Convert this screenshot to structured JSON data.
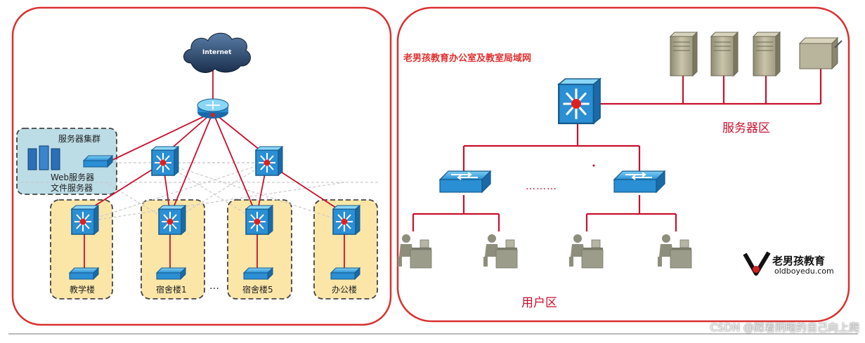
{
  "colors": {
    "panel_border": "#d93030",
    "link_red": "#c8102e",
    "switch_blue": "#2a8fd4",
    "switch_dark": "#1a6aa8",
    "cluster_fill": "#bcdde6",
    "building_fill": "#fbe6a8",
    "server_body": "#b8b39a",
    "pc_body": "#9a9a88",
    "title_red": "#e03030"
  },
  "left_panel": {
    "internet_label": "Internet",
    "server_cluster": {
      "title": "服务器集群",
      "line1": "Web服务器",
      "line2": "文件服务器"
    },
    "buildings": [
      "教学楼",
      "宿舍楼1",
      "宿舍楼5",
      "办公楼"
    ],
    "ellipsis": "…"
  },
  "right_panel": {
    "title": "老男孩教育办公室及教室局域网",
    "server_zone_label": "服务器区",
    "user_zone_label": "用户区",
    "dots": "………",
    "logo": {
      "name": "老男孩教育",
      "url": "oldboyedu.com"
    }
  },
  "watermark": "CSDN @踩着阴暗的自己向上爬"
}
